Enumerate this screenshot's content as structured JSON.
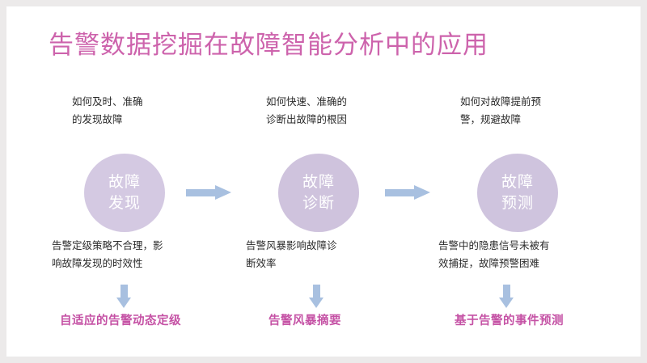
{
  "slide": {
    "title": "告警数据挖掘在故障智能分析中的应用",
    "title_color": "#cd63ac",
    "background_color": "#ffffff",
    "page_background_color": "#eceaea",
    "accent_circle_color": "#d0c4dd",
    "arrow_color": "#a8c0e0",
    "outcome_color": "#c552a5"
  },
  "columns": [
    {
      "question": "如何及时、准确\n的发现故障",
      "stage_line1": "故障",
      "stage_line2": "发现",
      "problem": "告警定级策略不合理，影\n响故障发现的时效性",
      "outcome": "自适应的告警动态定级"
    },
    {
      "question": "如何快速、准确的\n诊断出故障的根因",
      "stage_line1": "故障",
      "stage_line2": "诊断",
      "problem": "告警风暴影响故障诊\n断效率",
      "outcome": "告警风暴摘要"
    },
    {
      "question": "如何对故障提前预\n警，规避故障",
      "stage_line1": "故障",
      "stage_line2": "预测",
      "problem": "告警中的隐患信号未被有\n效捕捉，故障预警困难",
      "outcome": "基于告警的事件预测"
    }
  ]
}
